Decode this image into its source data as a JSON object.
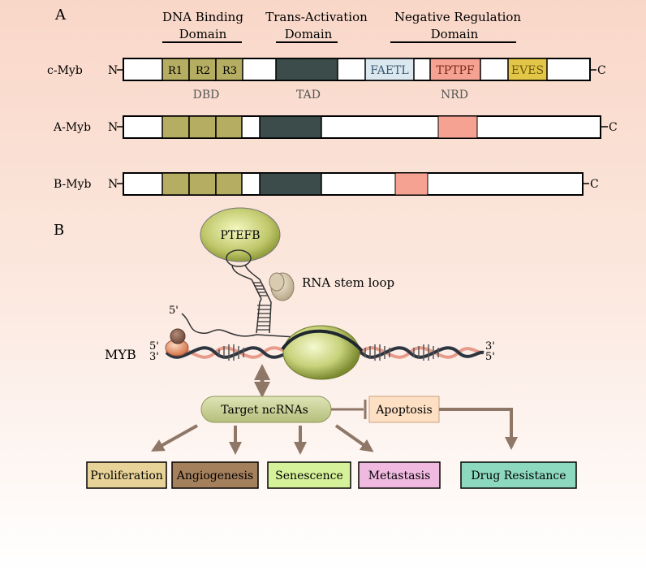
{
  "panel_a": {
    "label": "A",
    "domain_headers": [
      {
        "line1": "DNA Binding",
        "line2": "Domain"
      },
      {
        "line1": "Trans-Activation",
        "line2": "Domain"
      },
      {
        "line1": "Negative Regulation",
        "line2": "Domain"
      }
    ],
    "proteins": [
      {
        "name": "c-Myb",
        "n_term": "N",
        "c_term": "C",
        "segments": [
          "R1",
          "R2",
          "R3",
          "",
          "FAETL",
          "TPTPF",
          "EVES"
        ]
      },
      {
        "name": "A-Myb",
        "n_term": "N",
        "c_term": "C"
      },
      {
        "name": "B-Myb",
        "n_term": "N",
        "c_term": "C"
      }
    ],
    "domain_abbrev": [
      "DBD",
      "TAD",
      "NRD"
    ]
  },
  "panel_b": {
    "label": "B",
    "ptefb": "PTEFB",
    "stem_loop": "RNA stem loop",
    "five_prime_rna": "5'",
    "gene": "MYB",
    "strand_left": [
      "5'",
      "3'"
    ],
    "strand_right": [
      "3'",
      "5'"
    ],
    "target": "Target ncRNAs",
    "apoptosis": "Apoptosis",
    "outcomes": [
      "Proliferation",
      "Angiogenesis",
      "Senescence",
      "Metastasis",
      "Drug Resistance"
    ]
  },
  "colors": {
    "dbd": "#b5ad62",
    "tad": "#3b4c4a",
    "faetl": "#dbe8ef",
    "tptpf": "#f6a292",
    "eves": "#e3c547",
    "arrow": "#8e7767",
    "proliferation": "#e7d297",
    "angiogenesis": "#a5805d",
    "senescence": "#d5f29a",
    "metastasis": "#f0b9e0",
    "drug_resistance": "#8dd9c0",
    "apoptosis_box": "#fde0c4",
    "target_box": "#c2cc8f"
  }
}
